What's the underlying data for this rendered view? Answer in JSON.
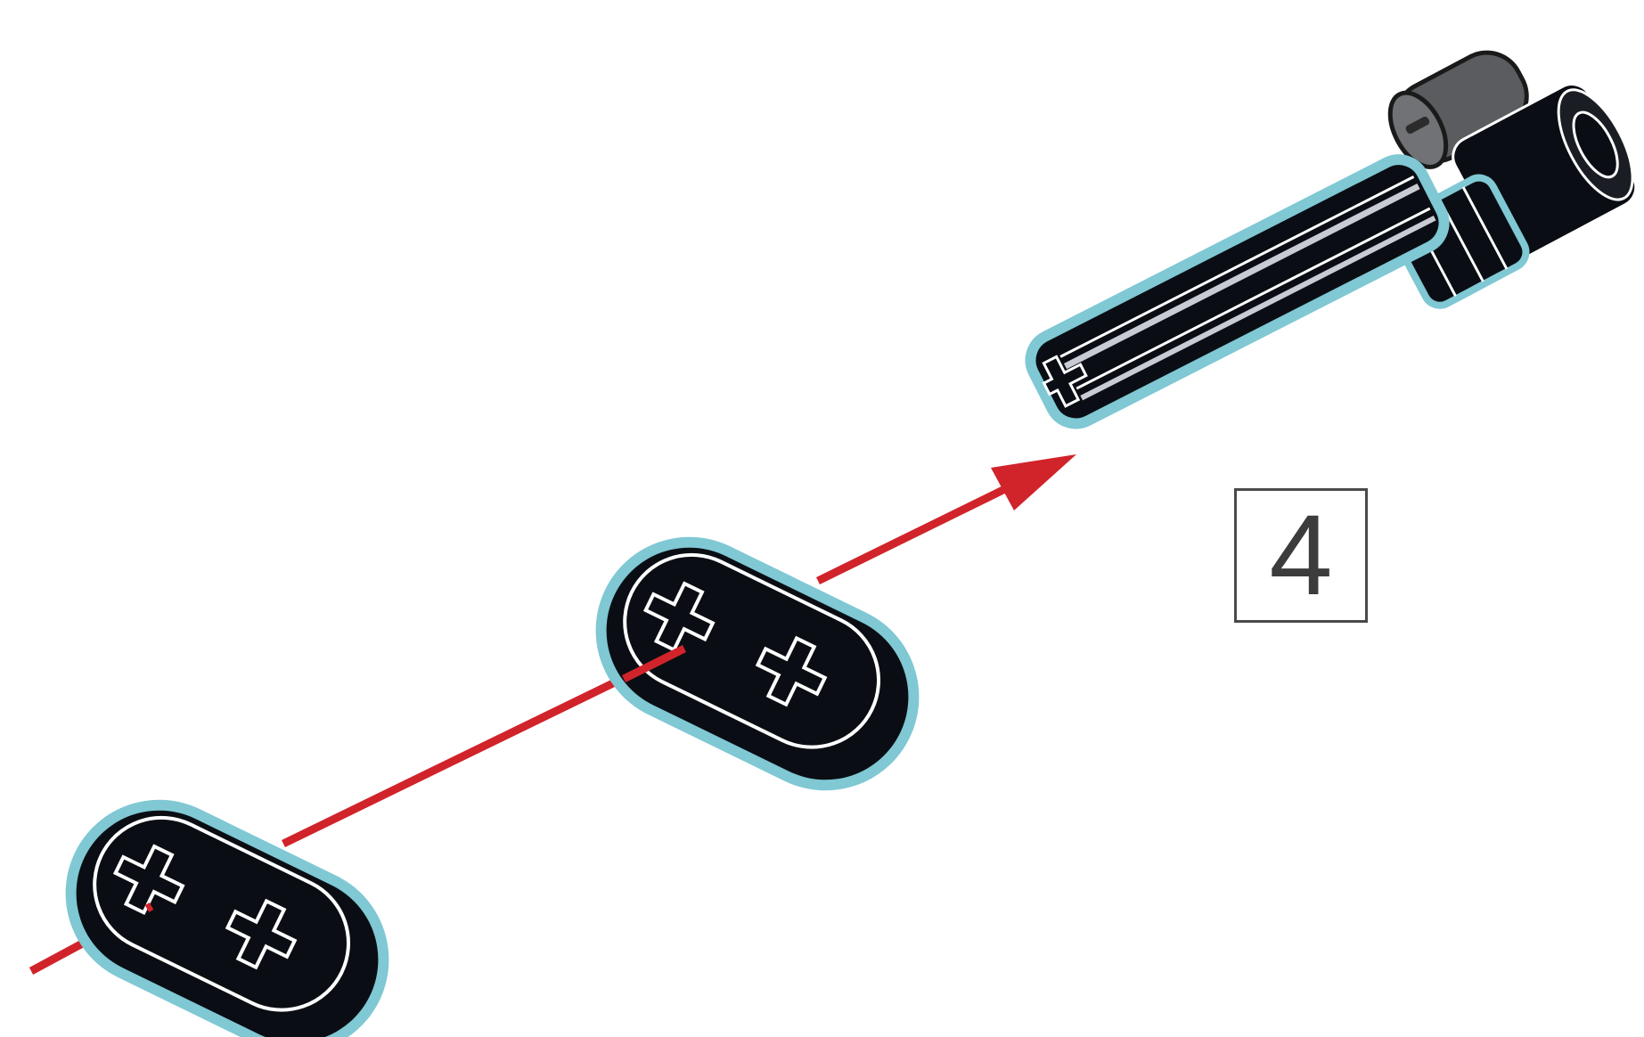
{
  "instruction": {
    "step_number": "4"
  },
  "parts": [
    {
      "name": "axle-connector-with-axle",
      "highlight": true
    },
    {
      "name": "thin-beam-double-cross-hole",
      "highlight": true
    },
    {
      "name": "thin-beam-double-cross-hole",
      "highlight": true
    }
  ],
  "colors": {
    "part_body": "#0a0e14",
    "part_outline": "#ffffff",
    "highlight": "#7fc8d4",
    "arrow": "#d1232a",
    "connector_grey": "#5a5c5f",
    "frame": "#4a4a4a"
  }
}
